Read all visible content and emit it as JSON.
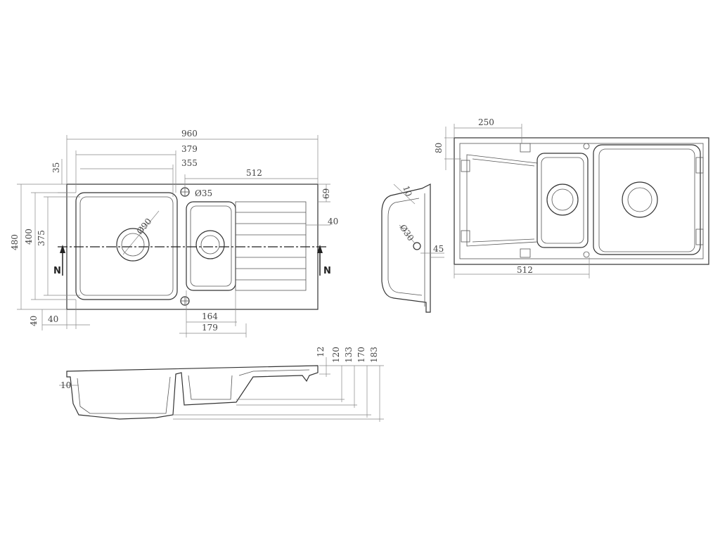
{
  "top_view": {
    "overall_width": "960",
    "bowl_width": "379",
    "bowl_inner_width": "355",
    "drainer_width": "512",
    "tap_offset": "35",
    "tap_hole": "Ø35",
    "waste_large": "Ø90",
    "drainer_depth": "69",
    "drainer_edge": "40",
    "overall_depth": "480",
    "bowl_depth": "400",
    "bowl_inner_depth": "375",
    "bottom_margin": "40",
    "left_margin": "40",
    "small_bowl_inner": "164",
    "small_bowl_outer": "179",
    "section_marker_left": "N",
    "section_marker_right": "N"
  },
  "side_section": {
    "angle": "10",
    "overflow_hole": "Ø30",
    "overflow_offset": "45"
  },
  "cut_view": {
    "dim_1": "250",
    "dim_2": "80",
    "dim_3": "512"
  },
  "profile": {
    "rim": "10",
    "h1": "12",
    "h2": "120",
    "h3": "133",
    "h4": "170",
    "h5": "183"
  }
}
